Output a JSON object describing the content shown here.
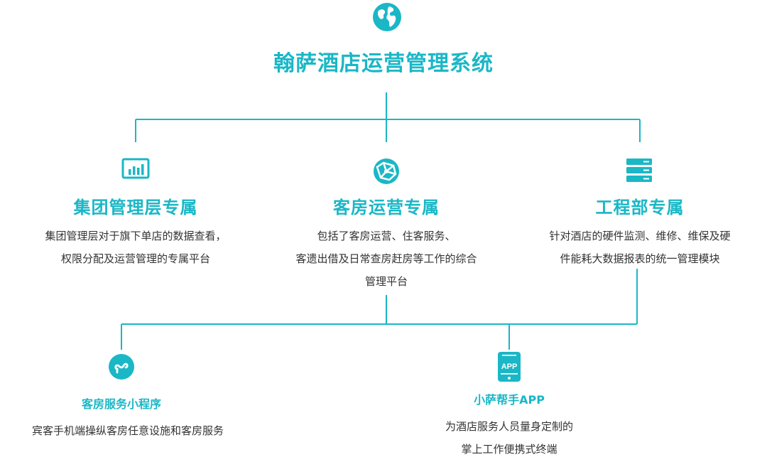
{
  "colors": {
    "accent": "#1ab7c6",
    "text": "#333333"
  },
  "title": "翰萨酒店运营管理系统",
  "top_icon": "globe-icon",
  "modules": [
    {
      "icon": "bar-chart-icon",
      "title": "集团管理层专属",
      "desc": [
        "集团管理层对于旗下单店的数据查看，",
        "权限分配及运营管理的专属平台"
      ]
    },
    {
      "icon": "network-globe-icon",
      "title": "客房运营专属",
      "desc": [
        "包括了客房运营、住客服务、",
        "客遗出借及日常查房赶房等工作的综合",
        "管理平台"
      ]
    },
    {
      "icon": "server-icon",
      "title": "工程部专属",
      "desc": [
        "针对酒店的硬件监测、维修、维保及硬",
        "件能耗大数据报表的统一管理模块"
      ]
    }
  ],
  "clients": [
    {
      "icon": "mini-program-icon",
      "title": "客房服务小程序",
      "desc": [
        "宾客手机端操纵客房任意设施和客房服务"
      ]
    },
    {
      "icon": "app-phone-icon",
      "icon_text": "APP",
      "title": "小萨帮手APP",
      "desc": [
        "为酒店服务人员量身定制的",
        "掌上工作便携式终端"
      ]
    }
  ]
}
